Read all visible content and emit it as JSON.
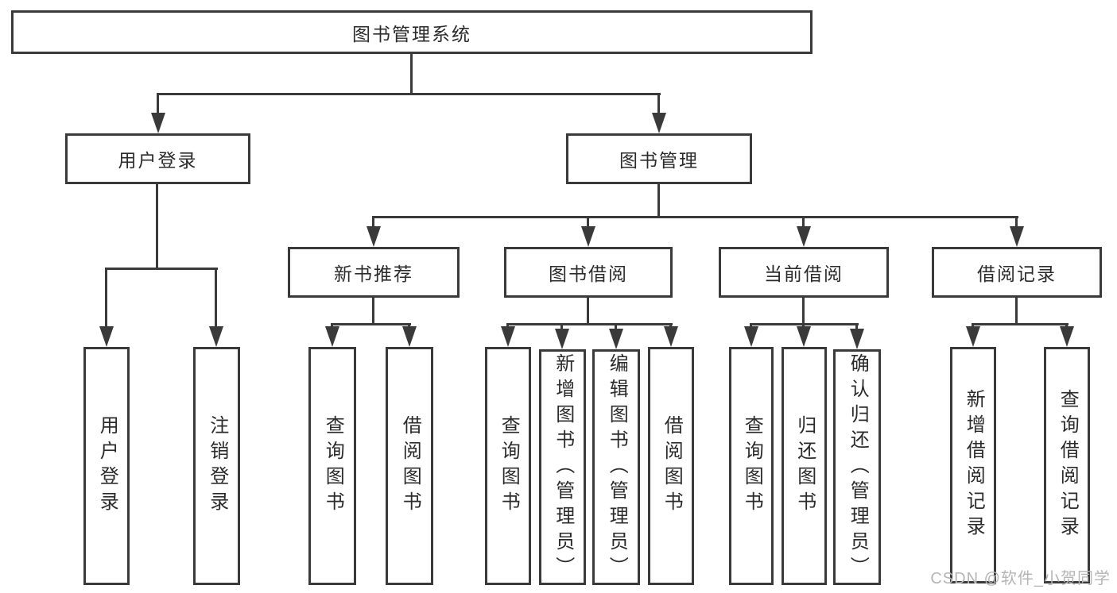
{
  "tree": {
    "label": "图书管理系统",
    "children": [
      {
        "label": "用户登录",
        "children": [
          {
            "label": "用户登录"
          },
          {
            "label": "注销登录"
          }
        ]
      },
      {
        "label": "图书管理",
        "children": [
          {
            "label": "新书推荐",
            "children": [
              {
                "label": "查询图书"
              },
              {
                "label": "借阅图书"
              }
            ]
          },
          {
            "label": "图书借阅",
            "children": [
              {
                "label": "查询图书"
              },
              {
                "label": "新增图书（管理员）"
              },
              {
                "label": "编辑图书（管理员）"
              },
              {
                "label": "借阅图书"
              }
            ]
          },
          {
            "label": "当前借阅",
            "children": [
              {
                "label": "查询图书"
              },
              {
                "label": "归还图书"
              },
              {
                "label": "确认归还（管理员）"
              }
            ]
          },
          {
            "label": "借阅记录",
            "children": [
              {
                "label": "新增借阅记录"
              },
              {
                "label": "查询借阅记录"
              }
            ]
          }
        ]
      }
    ]
  },
  "watermark": {
    "text": "CSDN @软件_小贺同学"
  },
  "colors": {
    "line": "#3a3a3a",
    "text": "#2b2b2b",
    "watermark": "#b5b5b5",
    "background": "#ffffff"
  }
}
